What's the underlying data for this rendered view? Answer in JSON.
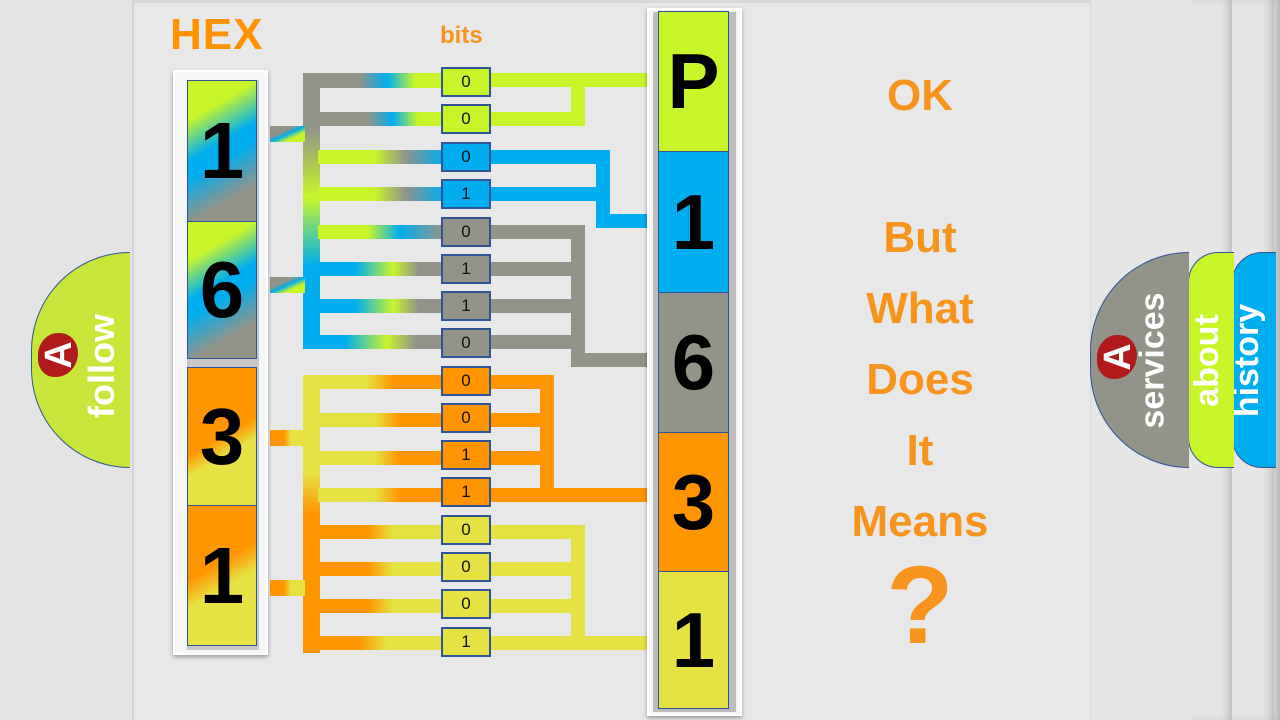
{
  "header": {
    "hex_title": "HEX",
    "bits_title": "bits"
  },
  "colors": {
    "lime": "#c8f52a",
    "blue": "#00aeef",
    "gray": "#92948a",
    "orange": "#ff9500",
    "yellow": "#e6e244",
    "accent_text": "#f7941d",
    "border": "#2f5597"
  },
  "hex_digits": [
    {
      "value": "1",
      "colors": [
        "lime",
        "blue",
        "gray"
      ]
    },
    {
      "value": "6",
      "colors": [
        "lime",
        "blue",
        "gray"
      ]
    },
    {
      "value": "3",
      "colors": [
        "orange",
        "yellow"
      ]
    },
    {
      "value": "1",
      "colors": [
        "orange",
        "yellow"
      ]
    }
  ],
  "bits": [
    {
      "value": "0",
      "color": "lime"
    },
    {
      "value": "0",
      "color": "lime"
    },
    {
      "value": "0",
      "color": "blue"
    },
    {
      "value": "1",
      "color": "blue"
    },
    {
      "value": "0",
      "color": "gray"
    },
    {
      "value": "1",
      "color": "gray"
    },
    {
      "value": "1",
      "color": "gray"
    },
    {
      "value": "0",
      "color": "gray"
    },
    {
      "value": "0",
      "color": "orange"
    },
    {
      "value": "0",
      "color": "orange"
    },
    {
      "value": "1",
      "color": "orange"
    },
    {
      "value": "1",
      "color": "orange"
    },
    {
      "value": "0",
      "color": "yellow"
    },
    {
      "value": "0",
      "color": "yellow"
    },
    {
      "value": "0",
      "color": "yellow"
    },
    {
      "value": "1",
      "color": "yellow"
    }
  ],
  "decoded": [
    {
      "value": "P",
      "color": "lime"
    },
    {
      "value": "1",
      "color": "blue"
    },
    {
      "value": "6",
      "color": "gray"
    },
    {
      "value": "3",
      "color": "orange"
    },
    {
      "value": "1",
      "color": "yellow"
    }
  ],
  "message": {
    "line1": "OK",
    "line2": "But",
    "line3": "What",
    "line4": "Does",
    "line5": "It",
    "line6": "Means",
    "mark": "?"
  },
  "tabs": {
    "follow": {
      "label": "follow",
      "logo": "A",
      "color": "#c8e53a"
    },
    "services": {
      "label": "services",
      "logo": "A",
      "color": "#92948a"
    },
    "about": {
      "label": "about",
      "color": "#c8f52a"
    },
    "history": {
      "label": "history",
      "color": "#00aeef"
    }
  }
}
